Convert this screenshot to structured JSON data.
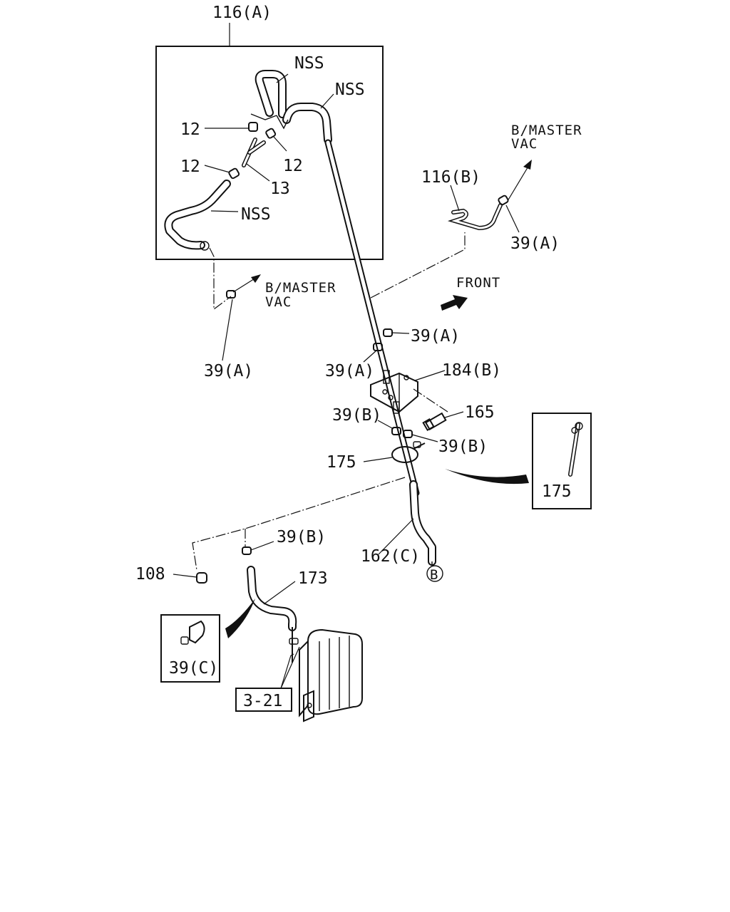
{
  "labels": {
    "kit_a": "116(A)",
    "nss_top": "NSS",
    "nss_mid": "NSS",
    "nss_low": "NSS",
    "p12_top": "12",
    "p12_right": "12",
    "p12_left": "12",
    "p13": "13",
    "bmv_right_1": "B/MASTER",
    "bmv_right_2": "VAC",
    "bmv_left_1": "B/MASTER",
    "bmv_left_2": "VAC",
    "kit_b": "116(B)",
    "p39a_right": "39(A)",
    "front": "FRONT",
    "p39a_left": "39(A)",
    "p39a_mid1": "39(A)",
    "p39a_mid2": "39(A)",
    "p184b": "184(B)",
    "p165": "165",
    "p39b_1": "39(B)",
    "p39b_2": "39(B)",
    "p175_main": "175",
    "p175_detail": "175",
    "p39b_3": "39(B)",
    "p162c": "162(C)",
    "circle_b": "B",
    "p108": "108",
    "p173": "173",
    "p39c": "39(C)",
    "ref_321": "3-21"
  }
}
